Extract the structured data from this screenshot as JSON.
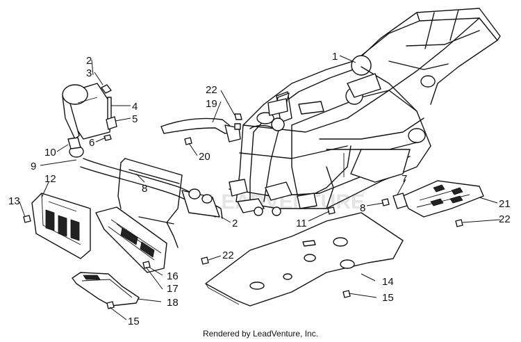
{
  "watermark_text": "LEADVENTURE",
  "credit": "Rendered by LeadVenture, Inc.",
  "callouts": [
    {
      "id": "c1",
      "text": "1"
    },
    {
      "id": "c2a",
      "text": "2"
    },
    {
      "id": "c3",
      "text": "3"
    },
    {
      "id": "c4",
      "text": "4"
    },
    {
      "id": "c5",
      "text": "5"
    },
    {
      "id": "c6",
      "text": "6"
    },
    {
      "id": "c7",
      "text": "7"
    },
    {
      "id": "c8a",
      "text": "8"
    },
    {
      "id": "c8b",
      "text": "8"
    },
    {
      "id": "c9",
      "text": "9"
    },
    {
      "id": "c10",
      "text": "10"
    },
    {
      "id": "c11",
      "text": "11"
    },
    {
      "id": "c12",
      "text": "12"
    },
    {
      "id": "c13",
      "text": "13"
    },
    {
      "id": "c14",
      "text": "14"
    },
    {
      "id": "c15a",
      "text": "15"
    },
    {
      "id": "c15b",
      "text": "15"
    },
    {
      "id": "c16",
      "text": "16"
    },
    {
      "id": "c17",
      "text": "17"
    },
    {
      "id": "c18",
      "text": "18"
    },
    {
      "id": "c19",
      "text": "19"
    },
    {
      "id": "c20",
      "text": "20"
    },
    {
      "id": "c21",
      "text": "21"
    },
    {
      "id": "c22a",
      "text": "22"
    },
    {
      "id": "c22b",
      "text": "22"
    },
    {
      "id": "c22c",
      "text": "22"
    },
    {
      "id": "c2b",
      "text": "2"
    }
  ]
}
